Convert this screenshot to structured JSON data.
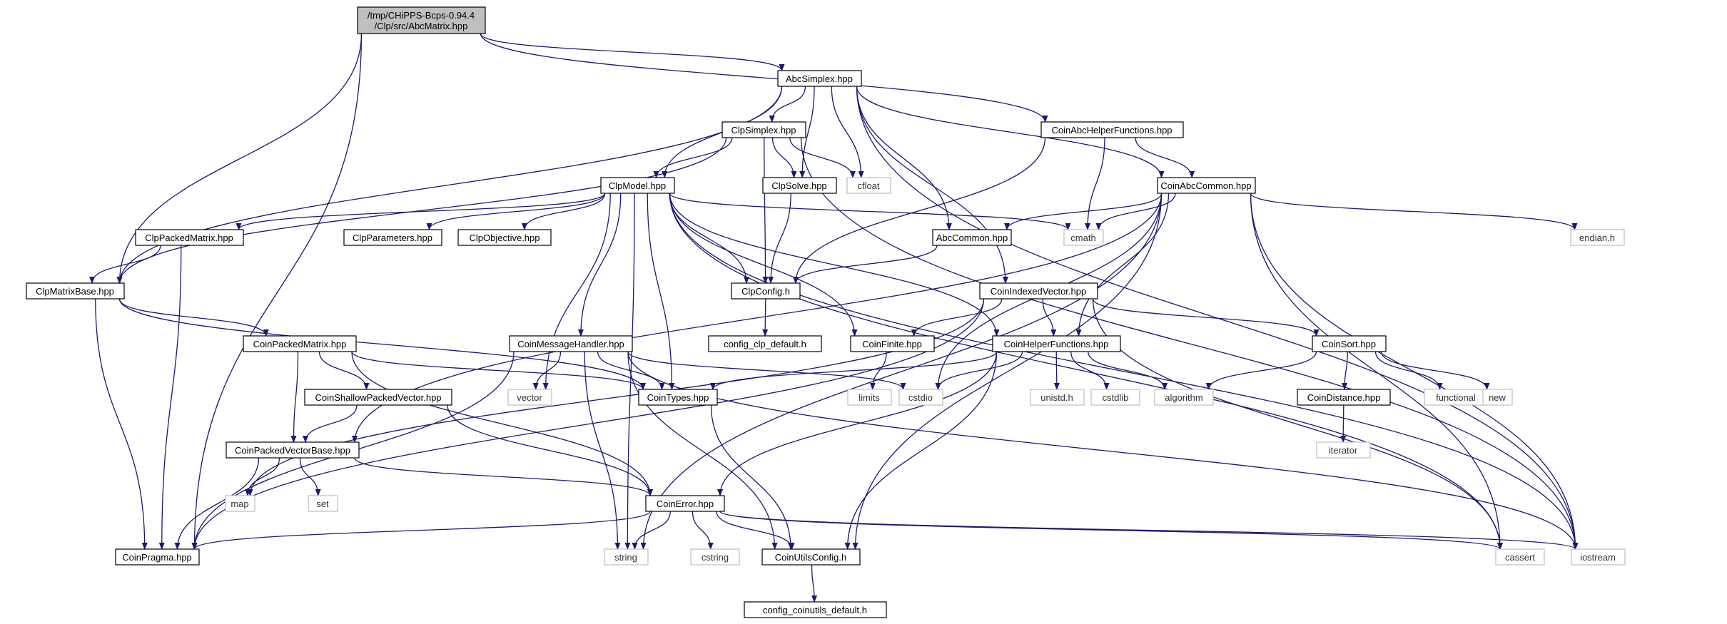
{
  "colors": {
    "edge": "#191970",
    "root_fill": "#bfbfbf",
    "header_border": "#000000",
    "system_border": "#bfbfbf"
  },
  "nodes": [
    {
      "id": "root",
      "label": [
        "/tmp/CHiPPS-Bcps-0.94.4",
        "/Clp/src/AbcMatrix.hpp"
      ],
      "kind": "root"
    },
    {
      "id": "AbcSimplex",
      "label": [
        "AbcSimplex.hpp"
      ],
      "kind": "header"
    },
    {
      "id": "ClpSimplex",
      "label": [
        "ClpSimplex.hpp"
      ],
      "kind": "header"
    },
    {
      "id": "CoinAbcHelperFunctions",
      "label": [
        "CoinAbcHelperFunctions.hpp"
      ],
      "kind": "header"
    },
    {
      "id": "ClpModel",
      "label": [
        "ClpModel.hpp"
      ],
      "kind": "header"
    },
    {
      "id": "ClpSolve",
      "label": [
        "ClpSolve.hpp"
      ],
      "kind": "header"
    },
    {
      "id": "cfloat",
      "label": [
        "cfloat"
      ],
      "kind": "system"
    },
    {
      "id": "CoinAbcCommon",
      "label": [
        "CoinAbcCommon.hpp"
      ],
      "kind": "header"
    },
    {
      "id": "ClpPackedMatrix",
      "label": [
        "ClpPackedMatrix.hpp"
      ],
      "kind": "header"
    },
    {
      "id": "ClpParameters",
      "label": [
        "ClpParameters.hpp"
      ],
      "kind": "header"
    },
    {
      "id": "ClpObjective",
      "label": [
        "ClpObjective.hpp"
      ],
      "kind": "header"
    },
    {
      "id": "AbcCommon",
      "label": [
        "AbcCommon.hpp"
      ],
      "kind": "header"
    },
    {
      "id": "cmath",
      "label": [
        "cmath"
      ],
      "kind": "system"
    },
    {
      "id": "endian",
      "label": [
        "endian.h"
      ],
      "kind": "system"
    },
    {
      "id": "ClpMatrixBase",
      "label": [
        "ClpMatrixBase.hpp"
      ],
      "kind": "header"
    },
    {
      "id": "ClpConfig",
      "label": [
        "ClpConfig.h"
      ],
      "kind": "header"
    },
    {
      "id": "CoinIndexedVector",
      "label": [
        "CoinIndexedVector.hpp"
      ],
      "kind": "header"
    },
    {
      "id": "config_clp_default",
      "label": [
        "config_clp_default.h"
      ],
      "kind": "header"
    },
    {
      "id": "CoinPackedMatrix",
      "label": [
        "CoinPackedMatrix.hpp"
      ],
      "kind": "header"
    },
    {
      "id": "CoinMessageHandler",
      "label": [
        "CoinMessageHandler.hpp"
      ],
      "kind": "header"
    },
    {
      "id": "CoinFinite",
      "label": [
        "CoinFinite.hpp"
      ],
      "kind": "header"
    },
    {
      "id": "CoinHelperFunctions",
      "label": [
        "CoinHelperFunctions.hpp"
      ],
      "kind": "header"
    },
    {
      "id": "CoinSort",
      "label": [
        "CoinSort.hpp"
      ],
      "kind": "header"
    },
    {
      "id": "CoinShallowPackedVector",
      "label": [
        "CoinShallowPackedVector.hpp"
      ],
      "kind": "header"
    },
    {
      "id": "vector",
      "label": [
        "vector"
      ],
      "kind": "system"
    },
    {
      "id": "CoinTypes",
      "label": [
        "CoinTypes.hpp"
      ],
      "kind": "header"
    },
    {
      "id": "limits",
      "label": [
        "limits"
      ],
      "kind": "system"
    },
    {
      "id": "cstdio",
      "label": [
        "cstdio"
      ],
      "kind": "system"
    },
    {
      "id": "unistd",
      "label": [
        "unistd.h"
      ],
      "kind": "system"
    },
    {
      "id": "cstdlib",
      "label": [
        "cstdlib"
      ],
      "kind": "system"
    },
    {
      "id": "algorithm",
      "label": [
        "algorithm"
      ],
      "kind": "system"
    },
    {
      "id": "CoinDistance",
      "label": [
        "CoinDistance.hpp"
      ],
      "kind": "header"
    },
    {
      "id": "functional",
      "label": [
        "functional"
      ],
      "kind": "system"
    },
    {
      "id": "new",
      "label": [
        "new"
      ],
      "kind": "system"
    },
    {
      "id": "iterator",
      "label": [
        "iterator"
      ],
      "kind": "system"
    },
    {
      "id": "CoinPackedVectorBase",
      "label": [
        "CoinPackedVectorBase.hpp"
      ],
      "kind": "header"
    },
    {
      "id": "map",
      "label": [
        "map"
      ],
      "kind": "system"
    },
    {
      "id": "set",
      "label": [
        "set"
      ],
      "kind": "system"
    },
    {
      "id": "CoinError",
      "label": [
        "CoinError.hpp"
      ],
      "kind": "header"
    },
    {
      "id": "CoinPragma",
      "label": [
        "CoinPragma.hpp"
      ],
      "kind": "header"
    },
    {
      "id": "string",
      "label": [
        "string"
      ],
      "kind": "system"
    },
    {
      "id": "cstring",
      "label": [
        "cstring"
      ],
      "kind": "system"
    },
    {
      "id": "CoinUtilsConfig",
      "label": [
        "CoinUtilsConfig.h"
      ],
      "kind": "header"
    },
    {
      "id": "cassert",
      "label": [
        "cassert"
      ],
      "kind": "system"
    },
    {
      "id": "iostream",
      "label": [
        "iostream"
      ],
      "kind": "system"
    },
    {
      "id": "config_coinutils_default",
      "label": [
        "config_coinutils_default.h"
      ],
      "kind": "header"
    }
  ],
  "edges": [
    [
      "root",
      "AbcSimplex"
    ],
    [
      "root",
      "CoinAbcHelperFunctions"
    ],
    [
      "root",
      "ClpMatrixBase"
    ],
    [
      "root",
      "CoinPragma"
    ],
    [
      "AbcSimplex",
      "ClpSimplex"
    ],
    [
      "AbcSimplex",
      "ClpModel"
    ],
    [
      "AbcSimplex",
      "ClpSolve"
    ],
    [
      "AbcSimplex",
      "cfloat"
    ],
    [
      "AbcSimplex",
      "AbcCommon"
    ],
    [
      "AbcSimplex",
      "CoinIndexedVector"
    ],
    [
      "AbcSimplex",
      "CoinAbcCommon"
    ],
    [
      "AbcSimplex",
      "ClpMatrixBase"
    ],
    [
      "AbcSimplex",
      "iostream"
    ],
    [
      "ClpSimplex",
      "ClpModel"
    ],
    [
      "ClpSimplex",
      "ClpSolve"
    ],
    [
      "ClpSimplex",
      "cfloat"
    ],
    [
      "ClpSimplex",
      "ClpConfig"
    ],
    [
      "ClpSimplex",
      "ClpMatrixBase"
    ],
    [
      "ClpSimplex",
      "iostream"
    ],
    [
      "CoinAbcHelperFunctions",
      "CoinAbcCommon"
    ],
    [
      "CoinAbcHelperFunctions",
      "ClpConfig"
    ],
    [
      "CoinAbcHelperFunctions",
      "cmath"
    ],
    [
      "ClpModel",
      "ClpPackedMatrix"
    ],
    [
      "ClpModel",
      "ClpParameters"
    ],
    [
      "ClpModel",
      "ClpObjective"
    ],
    [
      "ClpModel",
      "cmath"
    ],
    [
      "ClpModel",
      "ClpConfig"
    ],
    [
      "ClpModel",
      "CoinMessageHandler"
    ],
    [
      "ClpModel",
      "CoinTypes"
    ],
    [
      "ClpModel",
      "CoinFinite"
    ],
    [
      "ClpModel",
      "CoinHelperFunctions"
    ],
    [
      "ClpModel",
      "vector"
    ],
    [
      "ClpModel",
      "string"
    ],
    [
      "ClpModel",
      "cassert"
    ],
    [
      "ClpModel",
      "iostream"
    ],
    [
      "ClpSolve",
      "ClpConfig"
    ],
    [
      "CoinAbcCommon",
      "AbcCommon"
    ],
    [
      "CoinAbcCommon",
      "cmath"
    ],
    [
      "CoinAbcCommon",
      "endian"
    ],
    [
      "CoinAbcCommon",
      "CoinHelperFunctions"
    ],
    [
      "CoinAbcCommon",
      "CoinPackedVectorBase"
    ],
    [
      "CoinAbcCommon",
      "cstdio"
    ],
    [
      "CoinAbcCommon",
      "string"
    ],
    [
      "CoinAbcCommon",
      "CoinUtilsConfig"
    ],
    [
      "CoinAbcCommon",
      "cassert"
    ],
    [
      "CoinAbcCommon",
      "iostream"
    ],
    [
      "ClpPackedMatrix",
      "ClpMatrixBase"
    ],
    [
      "ClpPackedMatrix",
      "CoinPragma"
    ],
    [
      "AbcCommon",
      "ClpConfig"
    ],
    [
      "ClpMatrixBase",
      "CoinPackedMatrix"
    ],
    [
      "ClpMatrixBase",
      "CoinTypes"
    ],
    [
      "ClpMatrixBase",
      "CoinPragma"
    ],
    [
      "ClpConfig",
      "config_clp_default"
    ],
    [
      "CoinIndexedVector",
      "CoinFinite"
    ],
    [
      "CoinIndexedVector",
      "CoinHelperFunctions"
    ],
    [
      "CoinIndexedVector",
      "CoinSort"
    ],
    [
      "CoinIndexedVector",
      "CoinPragma"
    ],
    [
      "CoinIndexedVector",
      "map"
    ],
    [
      "CoinIndexedVector",
      "cassert"
    ],
    [
      "CoinPackedMatrix",
      "CoinShallowPackedVector"
    ],
    [
      "CoinPackedMatrix",
      "CoinPackedVectorBase"
    ],
    [
      "CoinPackedMatrix",
      "CoinTypes"
    ],
    [
      "CoinPackedMatrix",
      "CoinError"
    ],
    [
      "CoinMessageHandler",
      "vector"
    ],
    [
      "CoinMessageHandler",
      "CoinTypes"
    ],
    [
      "CoinMessageHandler",
      "CoinPragma"
    ],
    [
      "CoinMessageHandler",
      "string"
    ],
    [
      "CoinMessageHandler",
      "CoinUtilsConfig"
    ],
    [
      "CoinMessageHandler",
      "cstdio"
    ],
    [
      "CoinMessageHandler",
      "iostream"
    ],
    [
      "CoinFinite",
      "limits"
    ],
    [
      "CoinHelperFunctions",
      "CoinTypes"
    ],
    [
      "CoinHelperFunctions",
      "cstdio"
    ],
    [
      "CoinHelperFunctions",
      "unistd"
    ],
    [
      "CoinHelperFunctions",
      "cstdlib"
    ],
    [
      "CoinHelperFunctions",
      "algorithm"
    ],
    [
      "CoinHelperFunctions",
      "CoinError"
    ],
    [
      "CoinHelperFunctions",
      "CoinUtilsConfig"
    ],
    [
      "CoinSort",
      "CoinDistance"
    ],
    [
      "CoinSort",
      "functional"
    ],
    [
      "CoinSort",
      "new"
    ],
    [
      "CoinSort",
      "algorithm"
    ],
    [
      "CoinDistance",
      "iterator"
    ],
    [
      "CoinShallowPackedVector",
      "CoinPackedVectorBase"
    ],
    [
      "CoinShallowPackedVector",
      "CoinError"
    ],
    [
      "CoinTypes",
      "CoinUtilsConfig"
    ],
    [
      "CoinPackedVectorBase",
      "map"
    ],
    [
      "CoinPackedVectorBase",
      "set"
    ],
    [
      "CoinPackedVectorBase",
      "CoinPragma"
    ],
    [
      "CoinPackedVectorBase",
      "CoinError"
    ],
    [
      "CoinError",
      "CoinPragma"
    ],
    [
      "CoinError",
      "string"
    ],
    [
      "CoinError",
      "cstring"
    ],
    [
      "CoinError",
      "CoinUtilsConfig"
    ],
    [
      "CoinError",
      "cassert"
    ],
    [
      "CoinError",
      "iostream"
    ],
    [
      "CoinUtilsConfig",
      "config_coinutils_default"
    ]
  ]
}
